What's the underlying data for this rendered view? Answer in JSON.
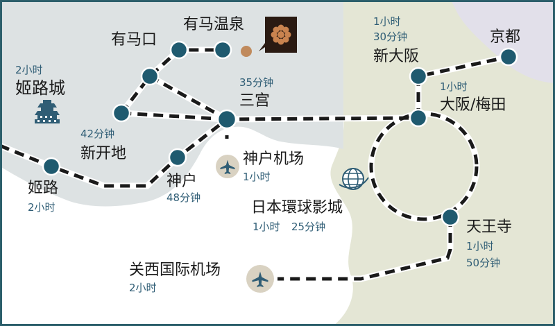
{
  "colors": {
    "frame": "#2c5f6b",
    "land_grey": "#dde2e3",
    "land_green": "#e4e6d5",
    "land_purple": "#e2e0ea",
    "sea": "#ffffff",
    "station": "#1f5a6f",
    "rail": "#1a1a1a",
    "time_text": "#2f5d75",
    "onsen_dot": "#c08a5c",
    "badge_bg": "#2a1a12",
    "badge_icon": "#c9834f",
    "airport_bg": "#d9d2c2",
    "airport_icon": "#2f5d75"
  },
  "stations": {
    "arima_onsen": {
      "name": "有马温泉"
    },
    "arimaguchi": {
      "name": "有马口"
    },
    "sannomiya": {
      "name": "三宫",
      "time": "35分钟"
    },
    "shinkaichi": {
      "name": "新开地",
      "time": "42分钟"
    },
    "kobe": {
      "name": "神户",
      "time": "48分钟"
    },
    "himeji": {
      "name": "姬路",
      "time": "2小时"
    },
    "himeji_castle": {
      "name": "姬路城",
      "time": "2小时"
    },
    "shin_osaka": {
      "name": "新大阪",
      "time_line1": "1小时",
      "time_line2": "30分钟"
    },
    "kyoto": {
      "name": "京都"
    },
    "osaka_umeda": {
      "name": "大阪/梅田",
      "time": "1小时"
    },
    "tennoji": {
      "name": "天王寺",
      "time_line1": "1小时",
      "time_line2": "50分钟"
    },
    "kobe_airport": {
      "name": "神户机场",
      "time": "1小时"
    },
    "usj": {
      "name": "日本環球影城",
      "time_line1": "1小时",
      "time_line2": "25分钟"
    },
    "kansai_airport": {
      "name": "关西国际机场",
      "time": "2小时"
    }
  },
  "icons": {
    "onsen_badge": "onsen-crest-icon",
    "castle": "castle-icon",
    "globe": "globe-icon",
    "airport": "airplane-icon"
  }
}
